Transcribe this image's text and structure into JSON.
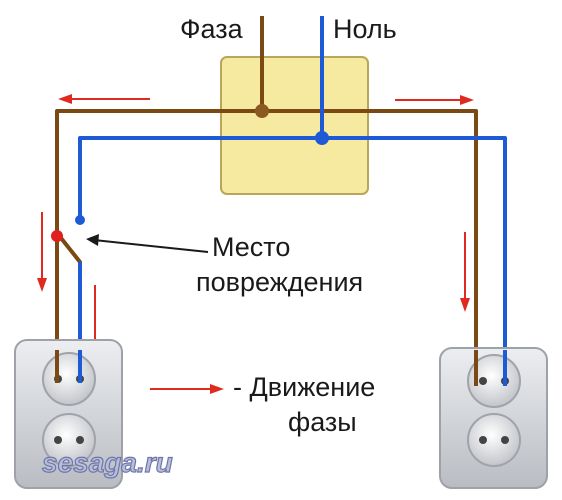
{
  "labels": {
    "phase": "Фаза",
    "neutral": "Ноль",
    "damage_line1": "Место",
    "damage_line2": "повреждения",
    "legend_line1": "- Движение",
    "legend_line2": "фазы",
    "watermark": "sesaga.ru"
  },
  "colors": {
    "phase_wire": "#7a4a12",
    "neutral_wire": "#1f5ad6",
    "arrow": "#e02a1f",
    "junction_box": "#f6e9a0",
    "junction_box_border": "#b9a65a",
    "fault_point": "#e02020",
    "socket_plate": "#d6d8dc"
  },
  "icons": [
    "junction-box-icon",
    "socket-icon",
    "fault-point-icon",
    "direction-arrow-icon"
  ]
}
